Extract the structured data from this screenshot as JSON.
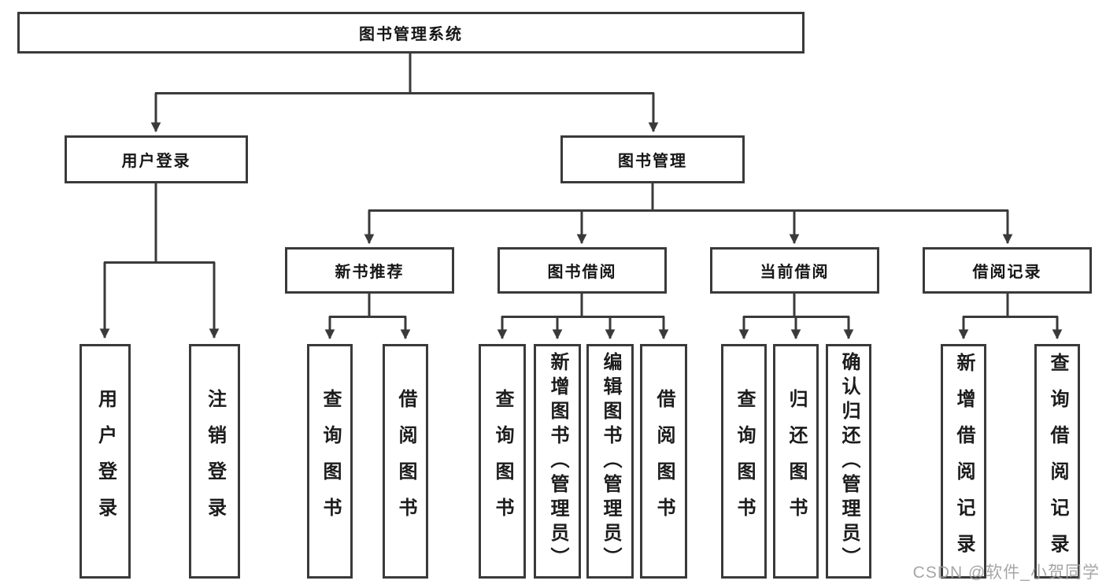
{
  "title": {
    "label": "图书管理系统"
  },
  "branches": [
    {
      "label": "用户登录",
      "children": [
        "用户登录",
        "注销登录"
      ]
    },
    {
      "label": "图书管理",
      "sections": [
        {
          "label": "新书推荐",
          "children": [
            "查询图书",
            "借阅图书"
          ]
        },
        {
          "label": "图书借阅",
          "children": [
            "查询图书",
            "新增图书（管理员）",
            "编辑图书（管理员）",
            "借阅图书"
          ]
        },
        {
          "label": "当前借阅",
          "children": [
            "查询图书",
            "归还图书",
            "确认归还（管理员）"
          ]
        },
        {
          "label": "借阅记录",
          "children": [
            "新增借阅记录",
            "查询借阅记录"
          ]
        }
      ]
    }
  ],
  "watermark": "CSDN @软件_小贺同学",
  "colors": {
    "line": "#3a3a3a",
    "box_border": "#3a3a3a",
    "text": "#161616",
    "watermark": "#9e9e9e"
  }
}
